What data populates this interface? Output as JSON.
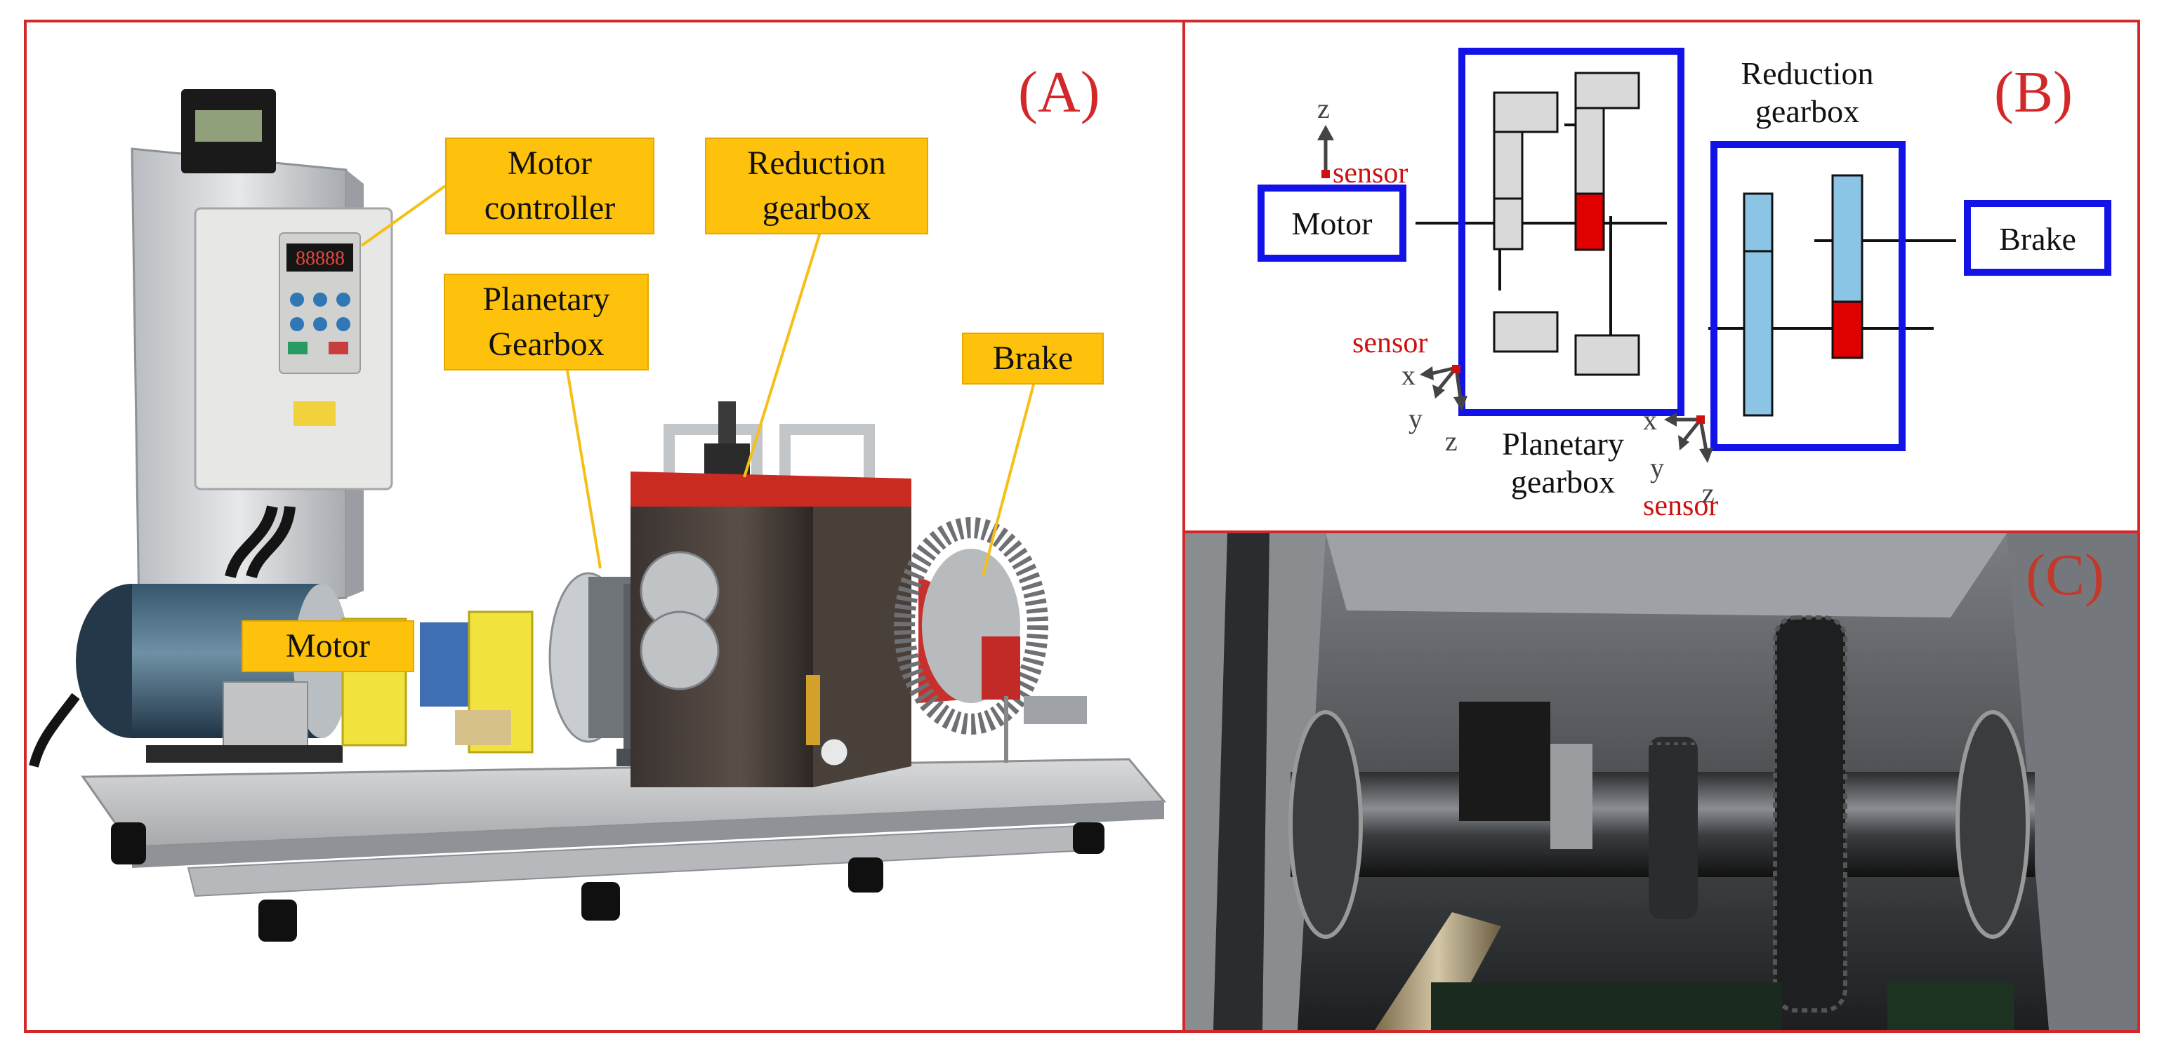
{
  "panel_a": {
    "label": "(A)",
    "callouts": {
      "motor_controller": "Motor\ncontroller",
      "reduction_gearbox": "Reduction\ngearbox",
      "planetary_gearbox": "Planetary\nGearbox",
      "brake": "Brake",
      "motor": "Motor"
    },
    "controller_display": "88888"
  },
  "panel_b": {
    "label": "(B)",
    "motor": "Motor",
    "brake": "Brake",
    "planetary_line1": "Planetary",
    "planetary_line2": "gearbox",
    "reduction_line1": "Reduction",
    "reduction_line2": "gearbox",
    "sensor": "sensor",
    "axis_x": "x",
    "axis_y": "y",
    "axis_z": "z"
  },
  "panel_c": {
    "label": "(C)"
  },
  "colors": {
    "frame_red": "#d2282a",
    "callout_yellow": "#fec20c",
    "leader_yellow": "#f6bf16",
    "schematic_blue": "#1313e8",
    "gear_gray": "#d9d9d9",
    "gear_lightblue": "#8cc4e6",
    "gear_red": "#e00000",
    "sensor_red": "#cc1111"
  }
}
